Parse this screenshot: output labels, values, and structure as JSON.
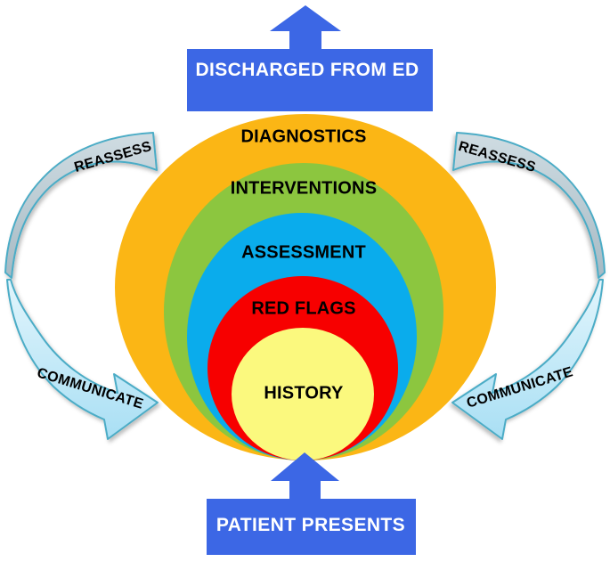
{
  "banners": {
    "discharged": "DISCHARGED FROM ED",
    "patient": "PATIENT PRESENTS"
  },
  "rings": [
    {
      "label": "DIAGNOSTICS",
      "color": "#FBB615"
    },
    {
      "label": "INTERVENTIONS",
      "color": "#8CC63F"
    },
    {
      "label": "ASSESSMENT",
      "color": "#0AACEC"
    },
    {
      "label": "RED FLAGS",
      "color": "#F70000"
    },
    {
      "label": "HISTORY",
      "color": "#FBF97E"
    }
  ],
  "side_labels": {
    "reassess_left": "REASSESS",
    "reassess_right": "REASSESS",
    "communicate_left": "COMMUNICATE",
    "communicate_right": "COMMUNICATE"
  },
  "colors": {
    "banner_blue": "#3C67E5",
    "arrow_blue": "#3C67E5",
    "reassess_gray": "#B7C8D1",
    "communicate_blue": "#BEE9F7",
    "band_border_teal": "#4BACC6",
    "label_black": "#000000",
    "banner_text_white": "#FFFFFF"
  }
}
